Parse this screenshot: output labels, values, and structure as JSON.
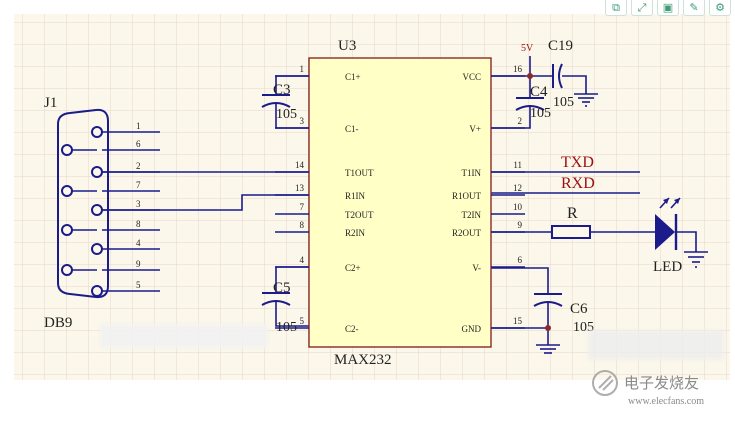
{
  "colors": {
    "background": "#ffffff",
    "sheet": "#fbf7ea",
    "grid": "#ead6c9",
    "chip_fill": "#ffffc6",
    "chip_border": "#8a2a2a",
    "wire": "#1b1b8c",
    "label_red": "#9b1010",
    "pin_text": "#222222",
    "toolbar_icon": "#3f9b78"
  },
  "toolbar": {
    "buttons": [
      {
        "icon": "copy-icon",
        "glyph": "⧉"
      },
      {
        "icon": "expand-icon",
        "glyph": "⤢"
      },
      {
        "icon": "save-icon",
        "glyph": "▣"
      },
      {
        "icon": "edit-icon",
        "glyph": "✎"
      },
      {
        "icon": "gear-icon",
        "glyph": "⚙"
      }
    ]
  },
  "chip": {
    "ref": "U3",
    "part": "MAX232",
    "left_pins": [
      {
        "num": "1",
        "name": "C1+"
      },
      {
        "num": "3",
        "name": "C1-"
      },
      {
        "num": "14",
        "name": "T1OUT"
      },
      {
        "num": "13",
        "name": "R1IN"
      },
      {
        "num": "7",
        "name": "T2OUT"
      },
      {
        "num": "8",
        "name": "R2IN"
      },
      {
        "num": "4",
        "name": "C2+"
      },
      {
        "num": "5",
        "name": "C2-"
      }
    ],
    "right_pins": [
      {
        "num": "16",
        "name": "VCC"
      },
      {
        "num": "2",
        "name": "V+"
      },
      {
        "num": "11",
        "name": "T1IN"
      },
      {
        "num": "12",
        "name": "R1OUT"
      },
      {
        "num": "10",
        "name": "T2IN"
      },
      {
        "num": "9",
        "name": "R2OUT"
      },
      {
        "num": "6",
        "name": "V-"
      },
      {
        "num": "15",
        "name": "GND"
      }
    ]
  },
  "connector": {
    "ref": "J1",
    "part": "DB9",
    "pins": [
      "1",
      "6",
      "2",
      "7",
      "3",
      "8",
      "4",
      "9",
      "5"
    ]
  },
  "capacitors": {
    "c3": {
      "ref": "C3",
      "value": "105"
    },
    "c4": {
      "ref": "C4",
      "value": "105"
    },
    "c5": {
      "ref": "C5",
      "value": "105"
    },
    "c6": {
      "ref": "C6",
      "value": "105"
    },
    "c19": {
      "ref": "C19"
    }
  },
  "resistor": {
    "ref": "R"
  },
  "led": {
    "ref": "LED"
  },
  "nets": {
    "supply": "5V",
    "txd": "TXD",
    "rxd": "RXD"
  },
  "watermark": {
    "text": "电子发烧友",
    "url": "www.elecfans.com"
  }
}
